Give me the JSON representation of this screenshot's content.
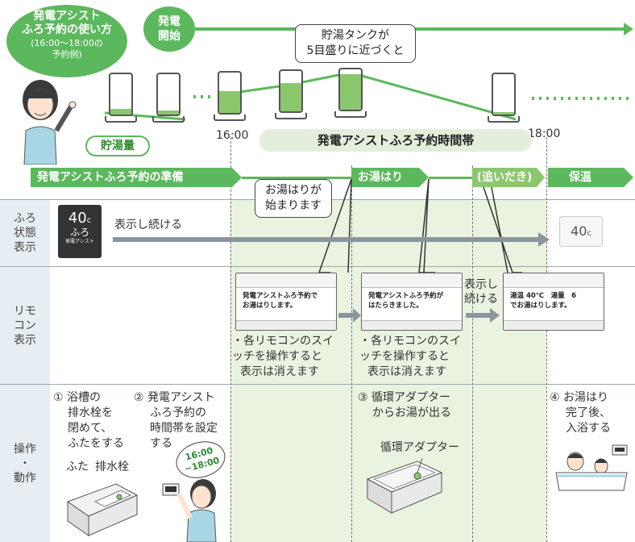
{
  "header": {
    "title_line1": "発電アシスト",
    "title_line2": "ふろ予約の使い方",
    "title_line3": "(16:00〜18:00の",
    "title_line4": "予約例)",
    "start_line1": "発電",
    "start_line2": "開始",
    "tank_bubble_line1": "貯湯タンクが",
    "tank_bubble_line2": "5目盛りに近づくと",
    "storage_label": "貯湯量",
    "time_start": "16:00",
    "time_end": "18:00",
    "timeband_label": "発電アシストふろ予約時間帯"
  },
  "phases": {
    "prep": "発電アシストふろ予約の準備",
    "filling": "お湯はり",
    "reheat": "(追いだき)",
    "keepwarm": "保温"
  },
  "start_bubble": {
    "line1": "お湯はりが",
    "line2": "始まります"
  },
  "rows": {
    "bath_status": {
      "label_line1": "ふろ",
      "label_line2": "状態",
      "label_line3": "表示",
      "display_temp": "40",
      "display_unit": "c",
      "display_furo": "ふろ",
      "display_tag": "発電アシスト",
      "continue_text": "表示し続ける",
      "end_temp": "40",
      "end_unit": "c"
    },
    "remote": {
      "label_line1": "リモ",
      "label_line2": "コン",
      "label_line3": "表示",
      "screen1_line1": "発電アシストふろ予約で",
      "screen1_line2": "お湯はりします。",
      "screen2_line1": "発電アシストふろ予約が",
      "screen2_line2": "はたらきました。",
      "screen3_line1": "湯温 40℃　湯量　6",
      "screen3_line2": "でお湯はりします。",
      "continue_line1": "表示し",
      "continue_line2": "続ける",
      "note1_line1": "・各リモコンのスイ",
      "note1_line2": "ッチを操作すると",
      "note1_line3": "表示は消えます",
      "note2_line1": "・各リモコンのスイ",
      "note2_line2": "ッチを操作すると",
      "note2_line3": "表示は消えます"
    },
    "operation": {
      "label_line1": "操作",
      "label_line2": "・",
      "label_line3": "動作",
      "step1_line1": "① 浴槽の",
      "step1_line2": "排水栓を",
      "step1_line3": "閉めて、",
      "step1_line4": "ふたをする",
      "step2_line1": "② 発電アシスト",
      "step2_line2": "ふろ予約の",
      "step2_line3": "時間帯を設定",
      "step2_line4": "する",
      "lid_label": "ふた",
      "drain_label": "排水栓",
      "time_bubble_line1": "16:00",
      "time_bubble_line2": "~18:00",
      "step3_line1": "③ 循環アダプター",
      "step3_line2": "からお湯が出る",
      "adapter_label": "循環アダプター",
      "step4_line1": "④ お湯はり",
      "step4_line2": "完了後、",
      "step4_line3": "入浴する"
    }
  },
  "colors": {
    "green": "#5cb85c",
    "band": "#e9f3df",
    "tank_fill": "#8cc76e",
    "label_bg": "#e6eef3"
  }
}
